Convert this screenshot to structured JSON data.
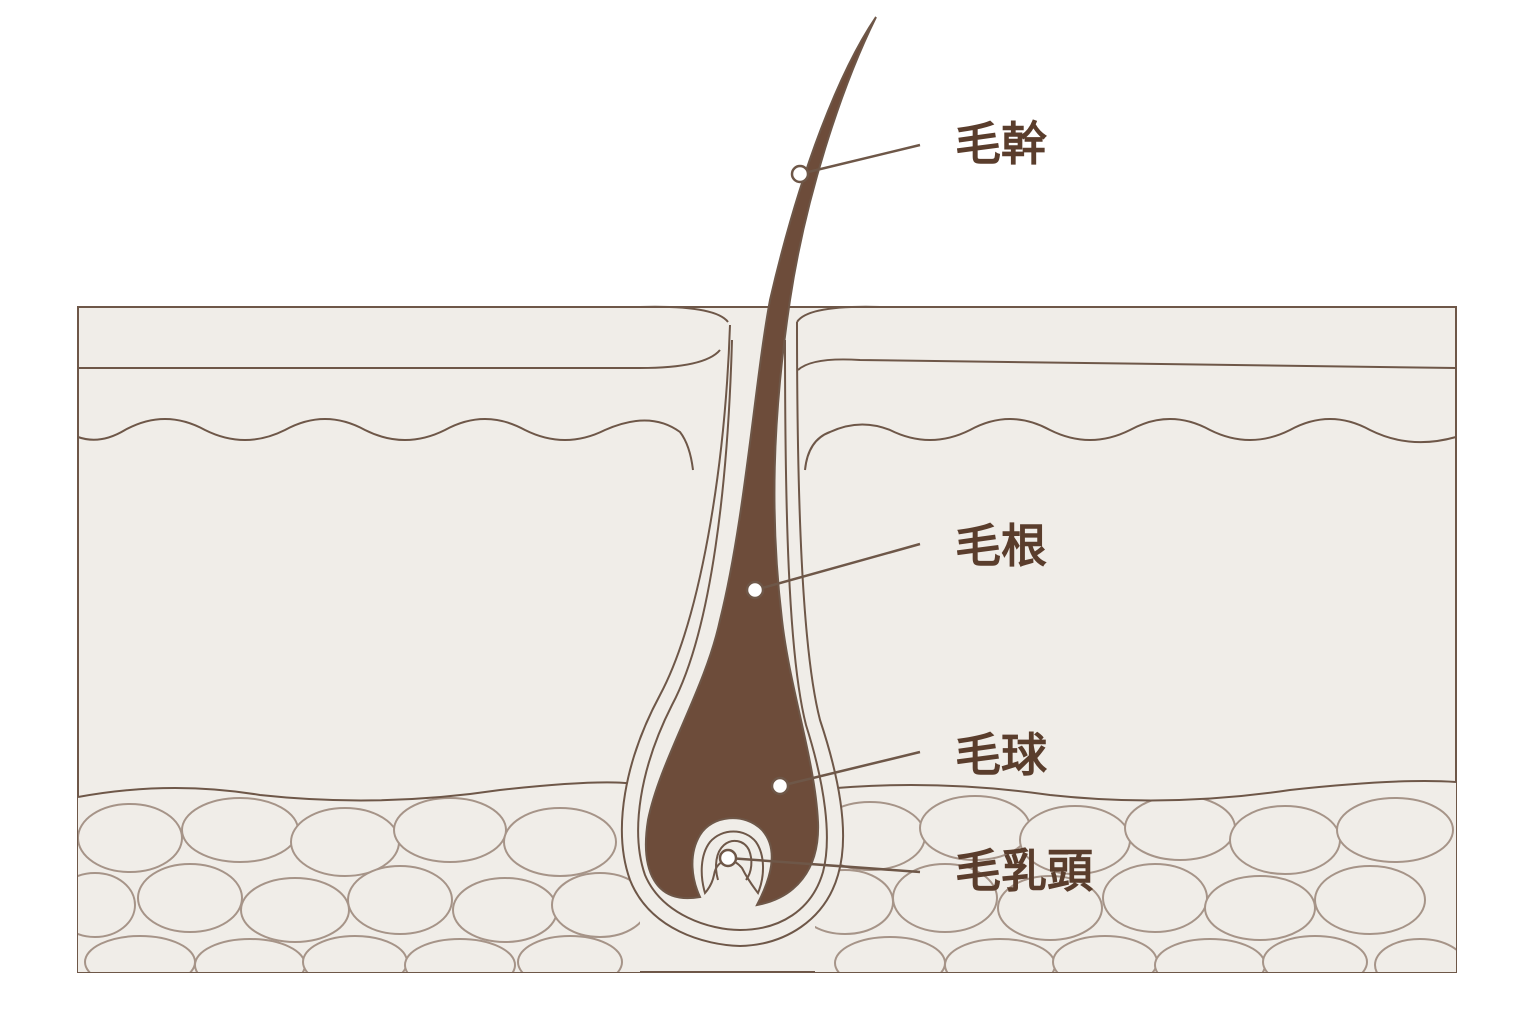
{
  "colors": {
    "background": "#ffffff",
    "skin_fill": "#f0ede8",
    "outline": "#6e5748",
    "hair": "#6d4c3a",
    "fat_outline": "#a69488",
    "label_text": "#5a3d2c"
  },
  "labels": {
    "shaft": "毛幹",
    "root": "毛根",
    "bulb": "毛球",
    "papilla": "毛乳頭"
  },
  "icons": {
    "leader_marker": "circle"
  }
}
